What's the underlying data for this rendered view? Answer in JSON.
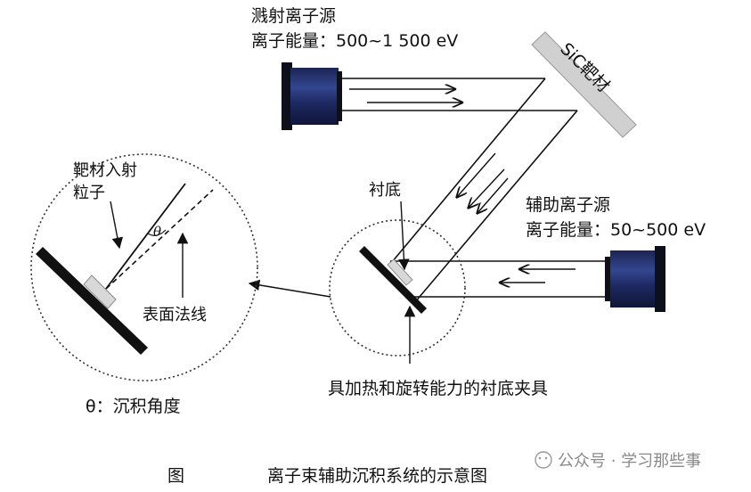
{
  "labels": {
    "sputter_source_title": "溅射离子源",
    "sputter_source_energy": "离子能量：500~1 500 eV",
    "target_label": "SiC靶材",
    "assist_source_title": "辅助离子源",
    "assist_source_energy": "离子能量：50~500 eV",
    "substrate_label": "衬底",
    "holder_label": "具加热和旋转能力的衬底夹具",
    "incident_line1": "靶材入射",
    "incident_line2": "粒子",
    "theta_symbol": "θ",
    "normal_label": "表面法线",
    "theta_legend": "θ：沉积角度"
  },
  "caption": {
    "figure_word": "图",
    "title": "离子束辅助沉积系统的示意图"
  },
  "watermark": {
    "text": "公众号 · 学习那些事"
  },
  "colors": {
    "ion_source_body": "#1c2454",
    "ion_source_band": "#33468f",
    "target_fill": "#d0d0d0",
    "holder": "#111111",
    "substrate": "#d8d8d8"
  }
}
